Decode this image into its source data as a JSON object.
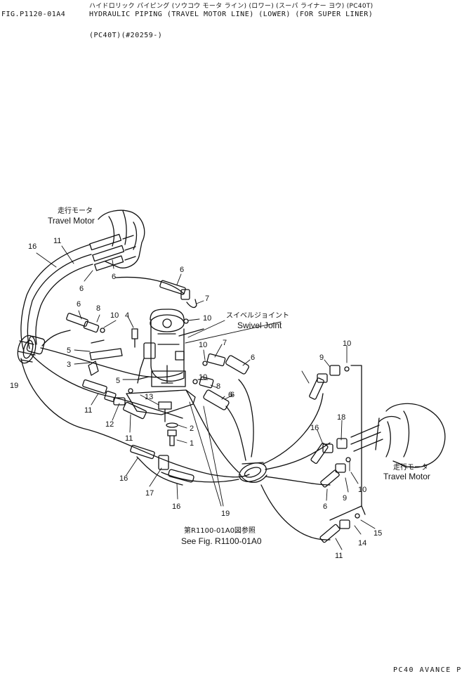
{
  "header": {
    "fig_code": "FIG.P1120-01A4",
    "title_jp": "ハイドロリック パイピング (ソウコウ モータ ライン) (ロワー) (スーパ ライナー ヨウ) (PC40T)",
    "title_en": "HYDRAULIC PIPING (TRAVEL MOTOR LINE) (LOWER) (FOR SUPER LINER)",
    "subtitle": "(PC40T)(#20259-)"
  },
  "labels": {
    "travel_motor_left_jp": "走行モータ",
    "travel_motor_left_en": "Travel Motor",
    "travel_motor_right_jp": "走行モータ",
    "travel_motor_right_en": "Travel Motor",
    "swivel_joint_jp": "スイベルジョイント",
    "swivel_joint_en": "Swivel Joint",
    "see_fig_jp": "第R1100-01A0図参照",
    "see_fig_en": "See Fig. R1100-01A0"
  },
  "callouts": [
    "16",
    "11",
    "6",
    "6",
    "6",
    "7",
    "10",
    "4",
    "6",
    "8",
    "10",
    "10",
    "7",
    "6",
    "5",
    "3",
    "10",
    "8",
    "6",
    "5",
    "13",
    "19",
    "11",
    "12",
    "11",
    "2",
    "1",
    "6",
    "9",
    "10",
    "16",
    "18",
    "10",
    "9",
    "6",
    "16",
    "17",
    "16",
    "19",
    "14",
    "15",
    "11"
  ],
  "footer": "PC40 AVANCE P"
}
